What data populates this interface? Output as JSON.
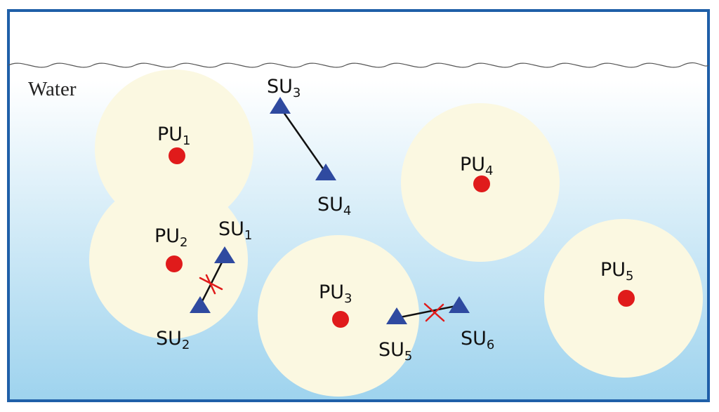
{
  "water_label": "Water",
  "colors": {
    "frame": "#1f5fa8",
    "water_top": "#ffffff",
    "water_bottom": "#9ed3ee",
    "coverage": "#fbf8e1",
    "primary_user": "#e01b1b",
    "secondary_user": "#2f4aa0",
    "blocked_mark": "#e01b1b",
    "link": "#111111"
  },
  "primary_users": [
    {
      "name": "PU",
      "sub": "1"
    },
    {
      "name": "PU",
      "sub": "2"
    },
    {
      "name": "PU",
      "sub": "3"
    },
    {
      "name": "PU",
      "sub": "4"
    },
    {
      "name": "PU",
      "sub": "5"
    }
  ],
  "secondary_users": [
    {
      "name": "SU",
      "sub": "1"
    },
    {
      "name": "SU",
      "sub": "2"
    },
    {
      "name": "SU",
      "sub": "3"
    },
    {
      "name": "SU",
      "sub": "4"
    },
    {
      "name": "SU",
      "sub": "5"
    },
    {
      "name": "SU",
      "sub": "6"
    }
  ],
  "links": [
    {
      "from": "SU1",
      "to": "SU2",
      "blocked": true
    },
    {
      "from": "SU3",
      "to": "SU4",
      "blocked": false
    },
    {
      "from": "SU5",
      "to": "SU6",
      "blocked": true
    }
  ]
}
